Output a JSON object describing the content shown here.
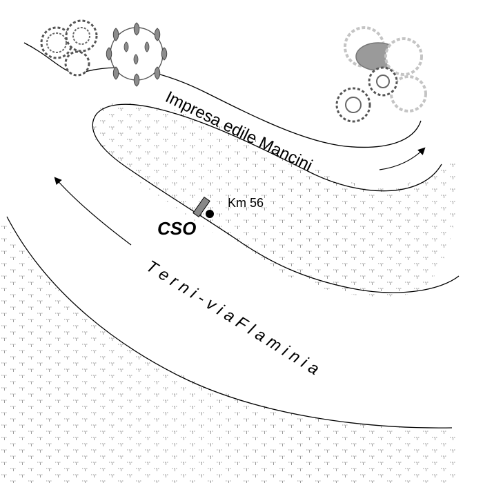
{
  "labels": {
    "company": "Impresa edile Mancini",
    "road": "T e r n i - v i a   F l a m i n i a",
    "km": "Km 56",
    "site": "CSO"
  },
  "colors": {
    "line": "#000000",
    "hatch": "#9a9a9a",
    "tree_dark": "#555555",
    "tree_mid": "#8c8c8c",
    "tree_light": "#c4c4c4",
    "tree_fill": "#ffffff",
    "marker": "#888888",
    "dot": "#000000"
  },
  "icons": {
    "trees": "tree-canopy-icon",
    "marker": "site-marker-icon",
    "point": "km-point-icon",
    "arrows": "direction-arrow-icon"
  }
}
